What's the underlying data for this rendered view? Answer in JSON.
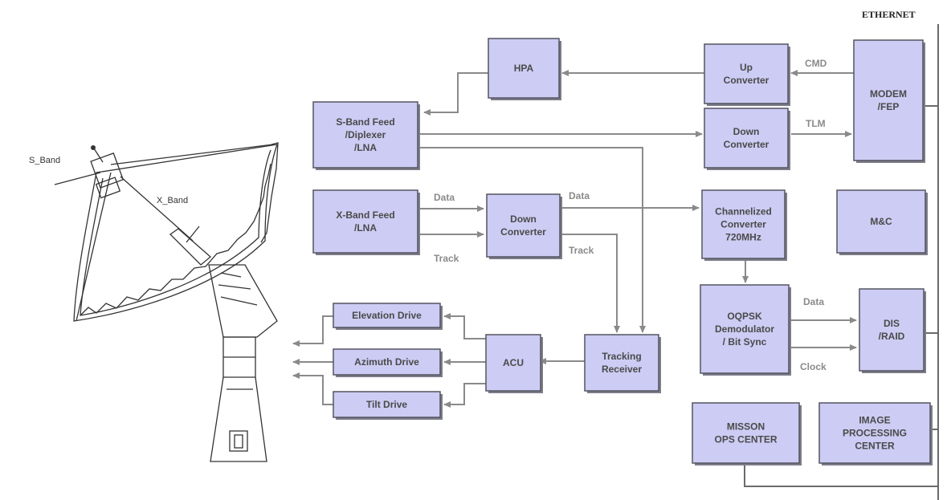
{
  "bus_label": "ETHERNET",
  "antenna": {
    "s_band": "S_Band",
    "x_band": "X_Band"
  },
  "blocks": {
    "hpa": [
      "HPA"
    ],
    "up_converter": [
      "Up",
      "Converter"
    ],
    "modem": [
      "MODEM",
      "/FEP"
    ],
    "s_band_feed": [
      "S-Band Feed",
      "/Diplexer",
      "/LNA"
    ],
    "s_down_converter": [
      "Down",
      "Converter"
    ],
    "x_band_feed": [
      "X-Band Feed",
      "/LNA"
    ],
    "x_down_converter": [
      "Down",
      "Converter"
    ],
    "channelized_converter": [
      "Channelized",
      "Converter",
      "720MHz"
    ],
    "mc": [
      "M&C"
    ],
    "oqpsk": [
      "OQPSK",
      "Demodulator",
      "/ Bit Sync"
    ],
    "dis_raid": [
      "DIS",
      "/RAID"
    ],
    "elevation_drive": [
      "Elevation Drive"
    ],
    "azimuth_drive": [
      "Azimuth Drive"
    ],
    "tilt_drive": [
      "Tilt Drive"
    ],
    "acu": [
      "ACU"
    ],
    "tracking_receiver": [
      "Tracking",
      "Receiver"
    ],
    "mission_ops": [
      "MISSON",
      "OPS CENTER"
    ],
    "image_processing": [
      "IMAGE",
      "PROCESSING",
      "CENTER"
    ]
  },
  "signals": {
    "cmd": "CMD",
    "tlm": "TLM",
    "x_data": "Data",
    "x_track": "Track",
    "dc_data": "Data",
    "dc_track": "Track",
    "demod_data": "Data",
    "demod_clock": "Clock"
  }
}
